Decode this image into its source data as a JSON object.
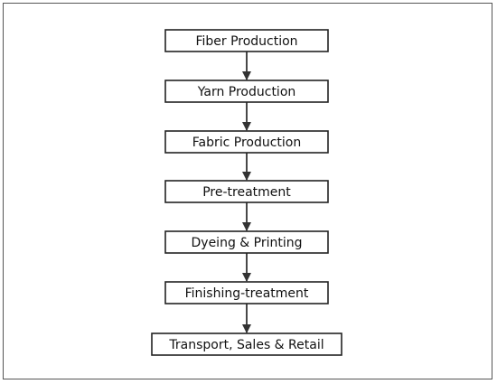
{
  "diagram": {
    "type": "flowchart",
    "direction": "top-to-bottom",
    "steps": [
      {
        "id": "fiber",
        "label": "Fiber Production"
      },
      {
        "id": "yarn",
        "label": "Yarn Production"
      },
      {
        "id": "fabric",
        "label": "Fabric Production"
      },
      {
        "id": "pretreatment",
        "label": "Pre-treatment"
      },
      {
        "id": "dyeing",
        "label": "Dyeing & Printing"
      },
      {
        "id": "finishing",
        "label": "Finishing-treatment"
      },
      {
        "id": "transport",
        "label": "Transport, Sales & Retail"
      }
    ],
    "edges": [
      {
        "from": "fiber",
        "to": "yarn"
      },
      {
        "from": "yarn",
        "to": "fabric"
      },
      {
        "from": "fabric",
        "to": "pretreatment"
      },
      {
        "from": "pretreatment",
        "to": "dyeing"
      },
      {
        "from": "dyeing",
        "to": "finishing"
      },
      {
        "from": "finishing",
        "to": "transport"
      }
    ],
    "colors": {
      "box_fill": "#ffffff",
      "box_stroke": "#222222",
      "arrow": "#333333",
      "text": "#111111",
      "frame": "#555555"
    }
  }
}
